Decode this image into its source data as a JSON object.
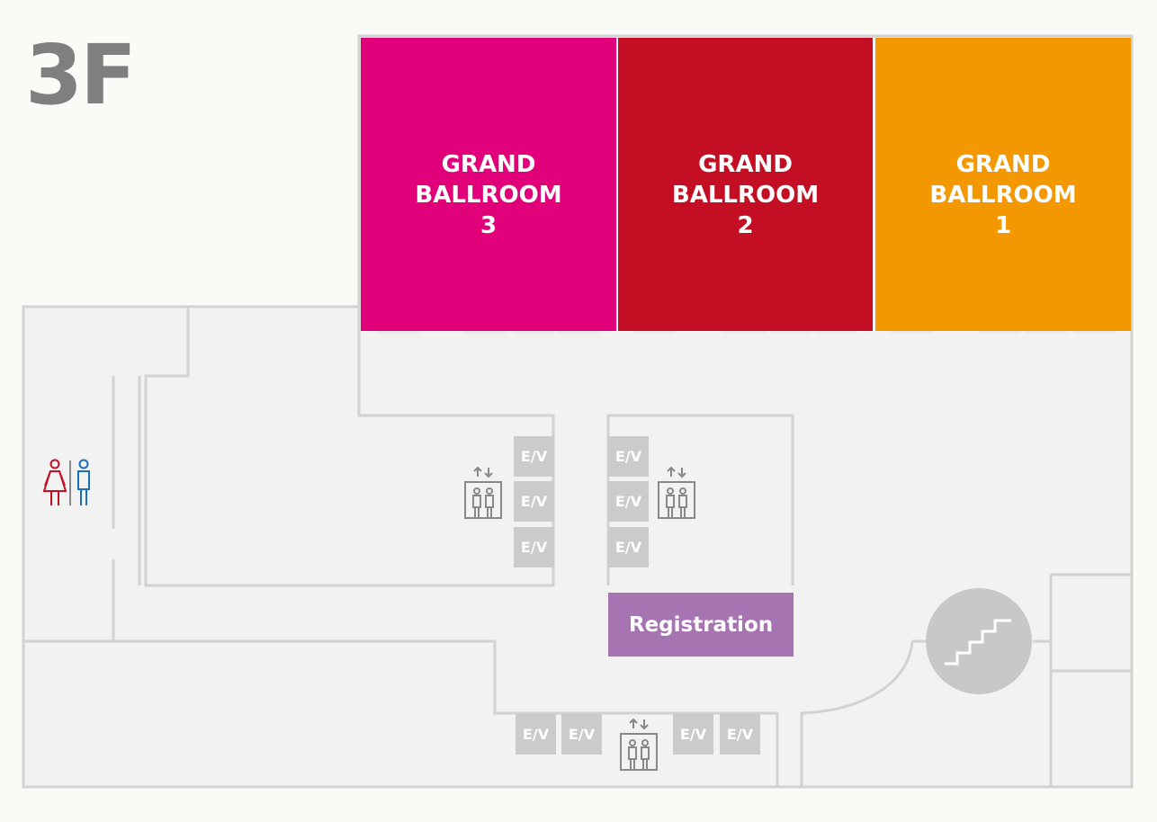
{
  "floor": {
    "label": "3F"
  },
  "colors": {
    "grand_ballroom_3": "#e2007a",
    "grand_ballroom_2": "#c30e23",
    "grand_ballroom_1": "#f39800",
    "registration": "#a674b1",
    "corridor": "#f2f2f3",
    "wall": "#d2d2d2",
    "elevator_box": "#cbcbcb",
    "restroom_female": "#c30e23",
    "restroom_male": "#1a6fba",
    "stairs": "#c8c8c8"
  },
  "rooms": {
    "ballroom_3": {
      "line1": "GRAND",
      "line2": "BALLROOM",
      "line3": "3"
    },
    "ballroom_2": {
      "line1": "GRAND",
      "line2": "BALLROOM",
      "line3": "2"
    },
    "ballroom_1": {
      "line1": "GRAND",
      "line2": "BALLROOM",
      "line3": "1"
    },
    "registration": {
      "label": "Registration"
    }
  },
  "elevators": {
    "label": "E/V"
  },
  "icons": {
    "restroom": "restroom-icon",
    "elevator": "elevator-icon",
    "stairs": "stairs-icon"
  }
}
